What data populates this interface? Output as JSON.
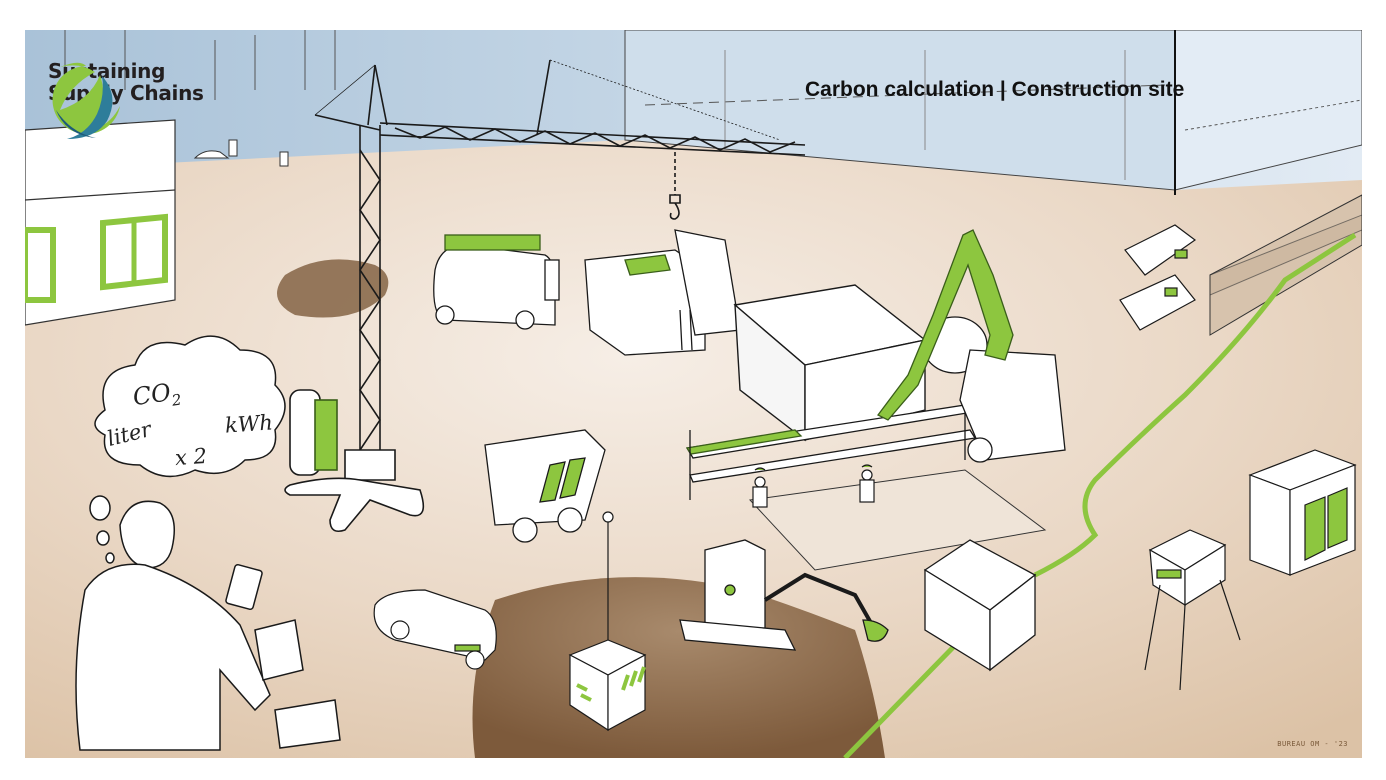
{
  "brand": {
    "name_line1": "Sustaining",
    "name_line2": "Supply Chains",
    "logo_icon": "swoosh-circle-logo",
    "colors": {
      "green": "#8dc63f",
      "teal": "#2e7d9a",
      "dark_blue": "#1d5a7a"
    }
  },
  "header": {
    "title": "Carbon calculation | Construction site"
  },
  "thought_bubble": {
    "line1": "CO",
    "line1_sub": "2",
    "line2": "liter",
    "line3": "x 2",
    "line4": "kWh"
  },
  "credit": "BUREAU OM - '23",
  "palette": {
    "sky": "#b7cde0",
    "sky_light": "#dde8f2",
    "ground": "#e3cbb2",
    "ground_light": "#f1e6da",
    "mud": "#8d6a4b",
    "accent_green": "#8dc63f",
    "ink": "#1a1a1a"
  },
  "scene_elements": [
    "tower-crane",
    "site-office",
    "delivery-van",
    "flatbed-truck",
    "concrete-pump-truck",
    "scaffolding",
    "formwork-block",
    "mini-excavator",
    "skips",
    "dumper",
    "car",
    "lifted-container",
    "generator",
    "distribution-box",
    "water-hose",
    "worker-with-calculator",
    "fence"
  ]
}
